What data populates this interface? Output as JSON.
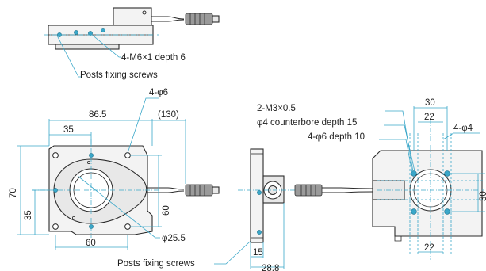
{
  "labels": {
    "top_thread": "4-M6×1 depth 6",
    "top_posts": "Posts fixing screws",
    "bottom_posts": "Posts fixing screws",
    "front_holes": "4-φ6",
    "side_thread": "2-M3×0.5",
    "side_counterbore": "φ4 counterbore depth 15",
    "side_holes": "4-φ6 depth 10",
    "right_holes": "4-φ4"
  },
  "dimensions": {
    "front_width_total": "86.5",
    "front_width_35": "35",
    "front_width_130": "(130)",
    "front_height_70": "70",
    "front_height_35": "35",
    "front_height_60": "60",
    "front_bottom_60": "60",
    "front_bore": "φ25.5",
    "side_15": "15",
    "side_28_8": "28.8",
    "right_30": "30",
    "right_22_top": "22",
    "right_22_bottom": "22",
    "right_30_side": "30"
  },
  "colors": {
    "dimension_line": "#3aa7c9",
    "outline": "#2b2b2b",
    "screw": "#3aa7c9"
  }
}
